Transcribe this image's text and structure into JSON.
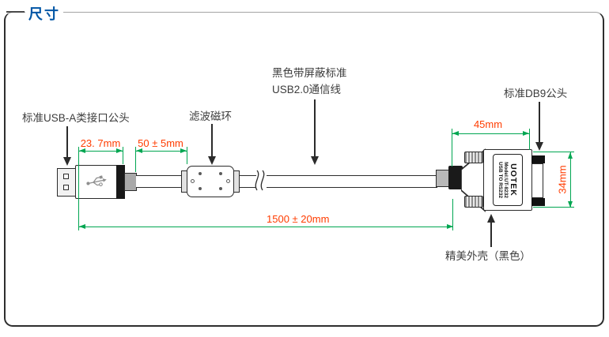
{
  "frame": {
    "title": "尺寸"
  },
  "callouts": {
    "usb": "标准USB-A类接口公头",
    "ferrite": "滤波磁环",
    "cable_line1": "黑色带屏蔽标准",
    "cable_line2": "USB2.0通信线",
    "db9": "标准DB9公头",
    "shell": "精美外壳（黑色）"
  },
  "dimensions": {
    "usb_body": "23. 7mm",
    "ferrite_offset": "50 ± 5mm",
    "db9_length": "45mm",
    "db9_height": "34mm",
    "cable_length": "1500 ± 20mm"
  },
  "db9_label": {
    "brand": "UOTEK",
    "model": "Model:UT-8232",
    "product": "USB TO RS232"
  },
  "colors": {
    "accent_blue": "#0055a5",
    "dimension_green": "#00a651",
    "dimension_red": "#ff3c00",
    "line_dark": "#2b2b2b"
  }
}
